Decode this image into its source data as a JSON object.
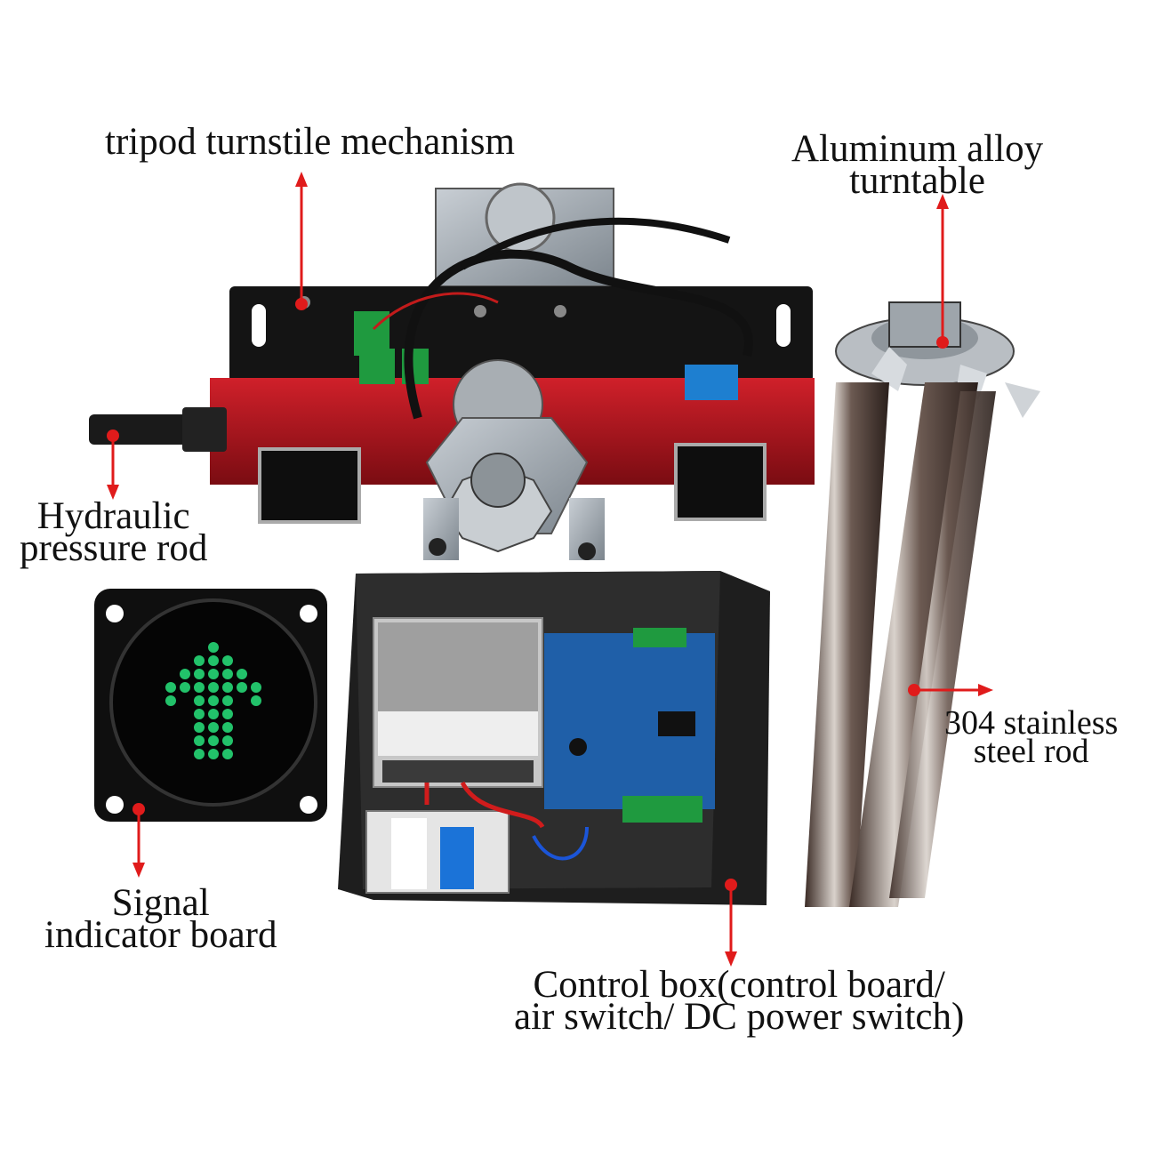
{
  "labels": {
    "mechanism": "tripod turnstile mechanism",
    "turntable_1": "Aluminum alloy",
    "turntable_2": "turntable",
    "hydraulic_1": "Hydraulic",
    "hydraulic_2": "pressure rod",
    "signal_1": "Signal",
    "signal_2": "indicator board",
    "rod_1": "304 stainless",
    "rod_2": "steel rod",
    "control_1": "Control box(control board/",
    "control_2": "air switch/ DC power switch)"
  },
  "colors": {
    "arrow": "#e01b1b",
    "red_block": "#b3131b",
    "steel": "#9aa3ab",
    "led_green": "#22c26a",
    "pcb": "#1f5fa8",
    "box": "#2a2a2a"
  }
}
